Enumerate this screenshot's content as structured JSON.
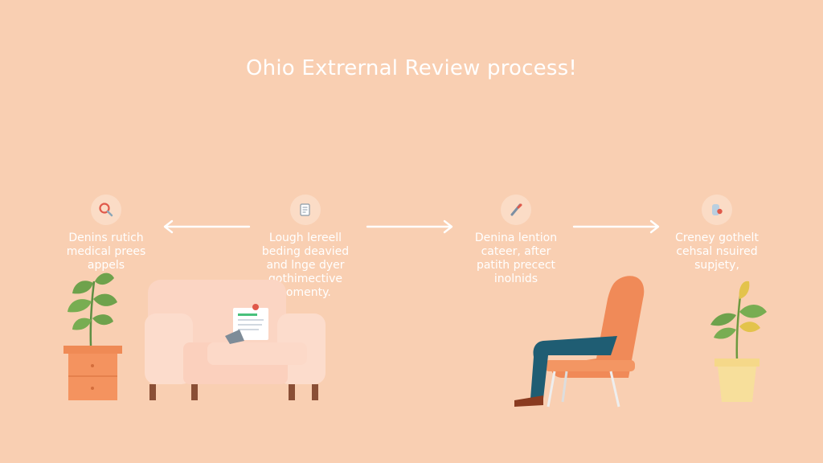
{
  "title": "Ohio Extrernal Review process!",
  "colors": {
    "background": "#f9cfb2",
    "text": "#ffffff",
    "sofa": "#fbd8c8",
    "chair": "#f08a58",
    "plant_leaf": "#6ea24c",
    "drawer": "#f08a58",
    "pot": "#f7dc92"
  },
  "steps": [
    {
      "icon": "magnifier-icon",
      "label": "Denins rutich\nmedical prees\nappels"
    },
    {
      "icon": "document-icon",
      "label": "Lough lereell\nbeding deavied\nand lnge dyer\ngothimective\ncomenty."
    },
    {
      "icon": "pen-icon",
      "label": "Denina lention\ncateer, after\npatith precect\ninolnids"
    },
    {
      "icon": "user-icon",
      "label": "Creney gothelt\ncehsal nsuired\nsupjety,"
    }
  ],
  "arrows": [
    "left",
    "right",
    "right"
  ]
}
